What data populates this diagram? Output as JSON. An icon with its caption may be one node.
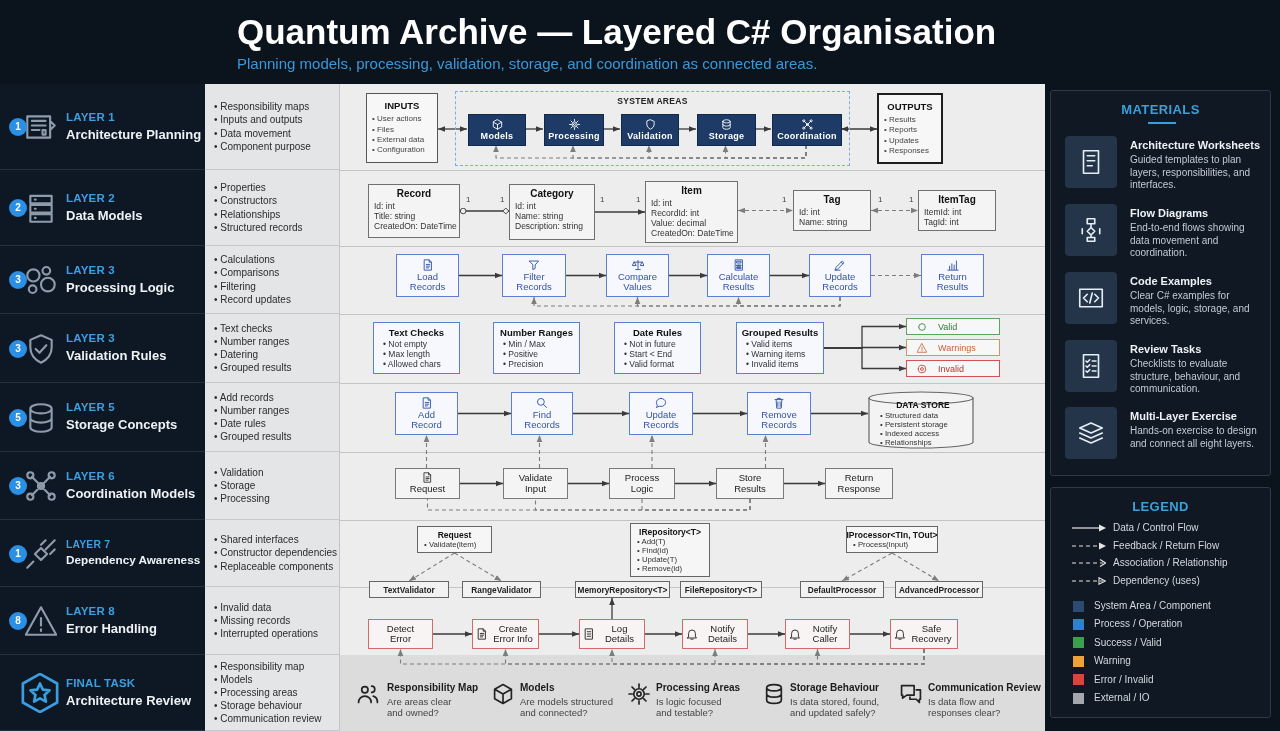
{
  "diagram": {
    "title": "Quantum Archive — Layered C# Organisation",
    "caption": "Planning models, processing, validation, storage, and coordination as connected areas.",
    "nodes": [
      {
        "text": [
          "LAYER 1",
          "Architecture Planning"
        ]
      },
      {
        "text": [
          "1"
        ],
        "in": 0
      },
      {
        "text": [
          "• Responsibility maps",
          "• Inputs and outputs",
          "• Data movement",
          "• Component purpose"
        ]
      },
      {
        "text": [
          "INPUTS",
          "• User actions",
          "• Files",
          "• External data",
          "• Configuration"
        ]
      },
      {
        "text": [
          "SYSTEM AREAS"
        ]
      },
      {
        "text": [
          "Models"
        ],
        "in": 4
      },
      {
        "text": [
          "Processing"
        ],
        "in": 4
      },
      {
        "text": [
          "Validation"
        ],
        "in": 4
      },
      {
        "text": [
          "Storage"
        ],
        "in": 4
      },
      {
        "text": [
          "Coordination"
        ],
        "in": 4
      },
      {
        "text": [
          "OUTPUTS",
          "• Results",
          "• Reports",
          "• Updates",
          "• Responses"
        ]
      },
      {
        "text": [
          "LAYER 2",
          "Data Models"
        ]
      },
      {
        "text": [
          "2"
        ],
        "in": 11
      },
      {
        "text": [
          "• Properties",
          "• Constructors",
          "• Relationships",
          "• Structured records"
        ]
      },
      {
        "text": [
          "Record",
          "Id: int",
          "Title: string",
          "CreatedOn: DateTime"
        ],
        "beside": [
          "1"
        ]
      },
      {
        "text": [
          "Category",
          "Id: int",
          "Name: string",
          "Description: string"
        ],
        "beside": [
          "1",
          "1"
        ]
      },
      {
        "text": [
          "Item",
          "Id: int",
          "RecordId: int",
          "Value: decimal",
          "CreatedOn: DateTime"
        ],
        "beside": [
          "1"
        ]
      },
      {
        "text": [
          "Tag",
          "Id: int",
          "Name: string"
        ],
        "beside": [
          "1",
          "1"
        ]
      },
      {
        "text": [
          "ItemTag",
          "ItemId: int",
          "TagId: int"
        ],
        "beside": [
          "1"
        ]
      },
      {
        "text": [
          "LAYER 3",
          "Processing Logic"
        ]
      },
      {
        "text": [
          "3"
        ],
        "in": 19
      },
      {
        "text": [
          "• Calculations",
          "• Comparisons",
          "• Filtering",
          "• Record updates"
        ]
      },
      {
        "text": [
          "Load Records"
        ]
      },
      {
        "text": [
          "Filter Records"
        ]
      },
      {
        "text": [
          "Compare Values"
        ]
      },
      {
        "text": [
          "Calculate Results"
        ]
      },
      {
        "text": [
          "Update Records"
        ]
      },
      {
        "text": [
          "Return Results"
        ]
      },
      {
        "text": [
          "LAYER 3",
          "Validation Rules"
        ]
      },
      {
        "text": [
          "3"
        ],
        "in": 28
      },
      {
        "text": [
          "• Text checks",
          "• Number ranges",
          "• Datering",
          "• Grouped results"
        ]
      },
      {
        "text": [
          "Text Checks",
          "• Not empty",
          "• Max length",
          "• Allowed chars"
        ]
      },
      {
        "text": [
          "Number Ranges",
          "• Min / Max",
          "• Positive",
          "• Precision"
        ]
      },
      {
        "text": [
          "Date Rules",
          "• Not in future",
          "• Start < End",
          "• Valid format"
        ]
      },
      {
        "text": [
          "Grouped Results",
          "• Valid items",
          "• Warning items",
          "• Invalid items"
        ]
      },
      {
        "text": [
          "Valid"
        ]
      },
      {
        "text": [
          "Warnings"
        ]
      },
      {
        "text": [
          "Invalid"
        ]
      },
      {
        "text": [
          "LAYER 5",
          "Storage Concepts"
        ]
      },
      {
        "text": [
          "5"
        ],
        "in": 38
      },
      {
        "text": [
          "• Add records",
          "• Number ranges",
          "• Date rules",
          "• Grouped results"
        ]
      },
      {
        "text": [
          "Add Record"
        ]
      },
      {
        "text": [
          "Find Records"
        ]
      },
      {
        "text": [
          "Update Records"
        ]
      },
      {
        "text": [
          "Remove Records"
        ]
      },
      {
        "text": [
          "DATA STORE",
          "• Structured data",
          "• Persistent storage",
          "• Indexed access",
          "• Relationships"
        ]
      },
      {
        "text": [
          "LAYER 6",
          "Coordination Models"
        ]
      },
      {
        "text": [
          "3"
        ],
        "in": 46
      },
      {
        "text": [
          "• Validation",
          "• Storage",
          "• Processing"
        ]
      },
      {
        "text": [
          "Request"
        ]
      },
      {
        "text": [
          "Validate Input"
        ]
      },
      {
        "text": [
          "Process Logic"
        ]
      },
      {
        "text": [
          "Store Results"
        ]
      },
      {
        "text": [
          "Return Response"
        ]
      },
      {
        "text": [
          "LAYER 7",
          "Dependency Awareness"
        ]
      },
      {
        "text": [
          "1"
        ],
        "in": 54
      },
      {
        "text": [
          "• Shared interfaces",
          "• Constructor dependencies",
          "• Replaceable components"
        ]
      },
      {
        "text": [
          "Request",
          "• Validate(item)"
        ]
      },
      {
        "text": [
          "IRepository<T>",
          "• Add(T)",
          "• Find(id)",
          "• Update(T)",
          "• Remove(id)"
        ]
      },
      {
        "text": [
          "IProcessor<TIn, TOut>",
          "• Process(input)"
        ]
      },
      {
        "text": [
          "TextValidator"
        ]
      },
      {
        "text": [
          "RangeValidator"
        ]
      },
      {
        "text": [
          "MemoryRepository<T>"
        ]
      },
      {
        "text": [
          "FileRepository<T>"
        ]
      },
      {
        "text": [
          "DefaultProcessor"
        ]
      },
      {
        "text": [
          "AdvancedProcessor"
        ]
      },
      {
        "text": [
          "LAYER 8",
          "Error Handling"
        ]
      },
      {
        "text": [
          "8"
        ],
        "in": 66
      },
      {
        "text": [
          "• Invalid data",
          "• Missing records",
          "• Interrupted operations"
        ]
      },
      {
        "text": [
          "Detect Error"
        ]
      },
      {
        "text": [
          "Create Error Info"
        ]
      },
      {
        "text": [
          "Log Details"
        ]
      },
      {
        "text": [
          "Notify Details"
        ]
      },
      {
        "text": [
          "Notify Caller"
        ]
      },
      {
        "text": [
          "Safe Recovery"
        ]
      },
      {
        "text": [
          "FINAL TASK",
          "Architecture Review"
        ]
      },
      {
        "text": [
          "• Responsibility map",
          "• Models",
          "• Processing areas",
          "• Storage behaviour",
          "• Communication review"
        ]
      },
      {
        "text": [
          "MATERIALS"
        ]
      },
      {
        "text": [
          "LEGEND"
        ]
      }
    ],
    "edges": [
      {
        "from": 3,
        "to": 5,
        "arrow": "both"
      },
      {
        "from": 5,
        "to": 6,
        "arrow": "to"
      },
      {
        "from": 6,
        "to": 7,
        "arrow": "to"
      },
      {
        "from": 7,
        "to": 8,
        "arrow": "to"
      },
      {
        "from": 8,
        "to": 9,
        "arrow": "to"
      },
      {
        "from": 9,
        "to": 10,
        "arrow": "both"
      },
      {
        "from": 9,
        "to": 5,
        "arrow": "to",
        "style": "dashed"
      },
      {
        "from": 9,
        "to": 6,
        "arrow": "to",
        "style": "dashed"
      },
      {
        "from": 9,
        "to": 7,
        "arrow": "to",
        "style": "dashed"
      },
      {
        "from": 9,
        "to": 8,
        "arrow": "to",
        "style": "dashed"
      },
      {
        "from": 14,
        "to": 15,
        "arrow": "other"
      },
      {
        "from": 15,
        "to": 16,
        "arrow": "to"
      },
      {
        "from": 16,
        "to": 17,
        "arrow": "both",
        "style": "dashed"
      },
      {
        "from": 17,
        "to": 18,
        "arrow": "both",
        "style": "dashed"
      },
      {
        "from": 22,
        "to": 23,
        "arrow": "to"
      },
      {
        "from": 23,
        "to": 24,
        "arrow": "to"
      },
      {
        "from": 24,
        "to": 25,
        "arrow": "to"
      },
      {
        "from": 25,
        "to": 26,
        "arrow": "to"
      },
      {
        "from": 26,
        "to": 27,
        "arrow": "to",
        "style": "dashed"
      },
      {
        "from": 26,
        "to": 23,
        "arrow": "to",
        "style": "dashed"
      },
      {
        "from": 26,
        "to": 24,
        "arrow": "to",
        "style": "dashed"
      },
      {
        "from": 26,
        "to": 25,
        "arrow": "to",
        "style": "dashed"
      },
      {
        "from": 34,
        "to": 35,
        "arrow": "to"
      },
      {
        "from": 34,
        "to": 36,
        "arrow": "to"
      },
      {
        "from": 34,
        "to": 37,
        "arrow": "to"
      },
      {
        "from": 41,
        "to": 42,
        "arrow": "to"
      },
      {
        "from": 42,
        "to": 43,
        "arrow": "to"
      },
      {
        "from": 43,
        "to": 44,
        "arrow": "to"
      },
      {
        "from": 44,
        "to": 45,
        "arrow": "to"
      },
      {
        "from": 49,
        "to": 41,
        "arrow": "to",
        "style": "dashed"
      },
      {
        "from": 50,
        "to": 42,
        "arrow": "to",
        "style": "dashed"
      },
      {
        "from": 51,
        "to": 43,
        "arrow": "to",
        "style": "dashed"
      },
      {
        "from": 52,
        "to": 44,
        "arrow": "to",
        "style": "dashed"
      },
      {
        "from": 49,
        "to": 50,
        "arrow": "to"
      },
      {
        "from": 50,
        "to": 51,
        "arrow": "to"
      },
      {
        "from": 51,
        "to": 52,
        "arrow": "to"
      },
      {
        "from": 52,
        "to": 53,
        "arrow": "to"
      },
      {
        "from": 52,
        "to": 49,
        "arrow": "none",
        "style": "dashed"
      },
      {
        "from": 52,
        "to": 50,
        "arrow": "none",
        "style": "dashed"
      },
      {
        "from": 52,
        "to": 51,
        "arrow": "none",
        "style": "dashed"
      },
      {
        "from": 57,
        "to": 60,
        "arrow": "to",
        "style": "dashed"
      },
      {
        "from": 57,
        "to": 61,
        "arrow": "to",
        "style": "dashed"
      },
      {
        "from": 59,
        "to": 64,
        "arrow": "to",
        "style": "dashed"
      },
      {
        "from": 59,
        "to": 65,
        "arrow": "to",
        "style": "dashed"
      },
      {
        "from": 71,
        "to": 62,
        "arrow": "to"
      },
      {
        "from": 69,
        "to": 70,
        "arrow": "to"
      },
      {
        "from": 70,
        "to": 71,
        "arrow": "to"
      },
      {
        "from": 71,
        "to": 72,
        "arrow": "to"
      },
      {
        "from": 72,
        "to": 73,
        "arrow": "to"
      },
      {
        "from": 73,
        "to": 74,
        "arrow": "to"
      },
      {
        "from": 74,
        "to": 69,
        "arrow": "to",
        "style": "dashed"
      },
      {
        "from": 74,
        "to": 70,
        "arrow": "to",
        "style": "dashed"
      },
      {
        "from": 74,
        "to": 71,
        "arrow": "to",
        "style": "dashed"
      },
      {
        "from": 74,
        "to": 72,
        "arrow": "to",
        "style": "dashed"
      },
      {
        "from": 74,
        "to": 73,
        "arrow": "to",
        "style": "dashed"
      }
    ],
    "labels": [
      "Responsibility Map",
      "Are areas clear and owned?",
      "Models",
      "Are models structured and connected?",
      "Processing Areas",
      "Is logic focused and testable?",
      "Storage Behaviour",
      "Is data stored, found, and updated safely?",
      "Communication Review",
      "Is data flow and responses clear?",
      "Architecture Worksheets",
      "Guided templates to plan layers, responsibilities, and interfaces.",
      "Flow Diagrams",
      "End-to-end flows showing data movement and coordination.",
      "Code Examples",
      "Clear C# examples for models, logic, storage, and services.",
      "Review Tasks",
      "Checklists to evaluate structure, behaviour, and communication.",
      "Multi-Layer Exercise",
      "Hands-on exercise to design and connect all eight layers."
    ],
    "legend": [
      {
        "text": "Data / Control Flow"
      },
      {
        "text": "Feedback / Return Flow"
      },
      {
        "text": "Association / Relationship"
      },
      {
        "text": "Dependency (uses)"
      },
      {
        "text": "System Area / Component",
        "color": "#2d4a70"
      },
      {
        "text": "Process / Operation",
        "color": "#2f80cf"
      },
      {
        "text": "Success / Valid",
        "color": "#3a9f4e"
      },
      {
        "text": "Warning",
        "color": "#eea23a"
      },
      {
        "text": "Error / Invalid",
        "color": "#d9453c"
      },
      {
        "text": "External / IO",
        "color": "#a3a8ae"
      }
    ]
  }
}
